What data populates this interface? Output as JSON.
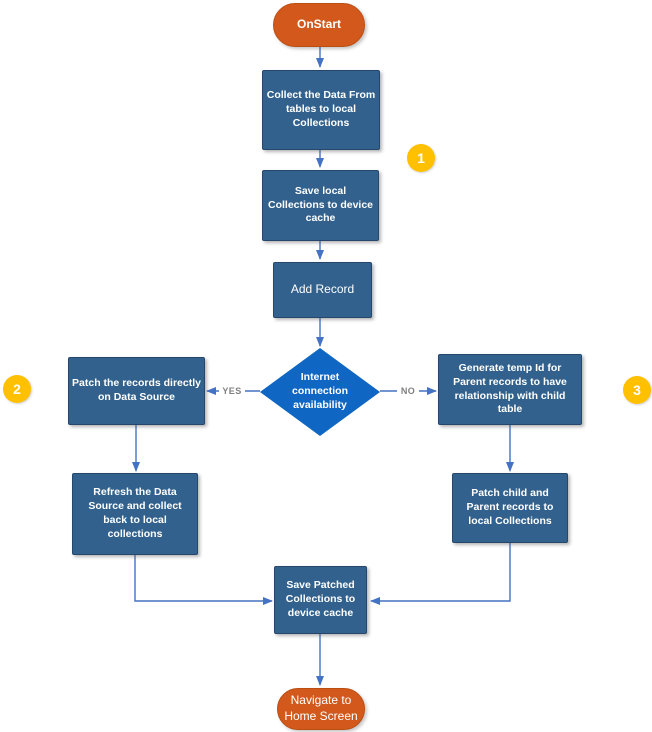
{
  "diagram": {
    "type": "flowchart",
    "nodes": {
      "start": {
        "shape": "terminator",
        "label": "OnStart"
      },
      "collect_data": {
        "shape": "process",
        "label": "Collect the Data From tables to local Collections"
      },
      "save_local": {
        "shape": "process",
        "label": "Save local Collections to device cache"
      },
      "add_record": {
        "shape": "process",
        "label": "Add Record"
      },
      "internet_check": {
        "shape": "decision",
        "label": "Internet connection availability"
      },
      "patch_direct": {
        "shape": "process",
        "label": "Patch the records directly on Data Source"
      },
      "generate_temp_id": {
        "shape": "process",
        "label": "Generate temp Id for Parent records to have relationship with child table"
      },
      "refresh_source": {
        "shape": "process",
        "label": "Refresh the Data Source and collect back to local collections"
      },
      "patch_child": {
        "shape": "process",
        "label": "Patch child and Parent records to local Collections"
      },
      "save_patched": {
        "shape": "process",
        "label": "Save Patched Collections to device cache"
      },
      "navigate_home": {
        "shape": "terminator",
        "label": "Navigate to Home Screen"
      }
    },
    "edge_labels": {
      "yes": "YES",
      "no": "NO"
    },
    "badges": [
      {
        "value": "1"
      },
      {
        "value": "2"
      },
      {
        "value": "3"
      }
    ],
    "colors": {
      "process_fill": "#31618C",
      "process_border": "#26476B",
      "decision_fill": "#1066C3",
      "terminator_fill": "#D2591B",
      "terminator_border": "#BC4E12",
      "badge_fill": "#FFC000",
      "connector": "#4472C4",
      "edge_label": "#7F7F7F",
      "text": "#FFFFFF"
    }
  }
}
